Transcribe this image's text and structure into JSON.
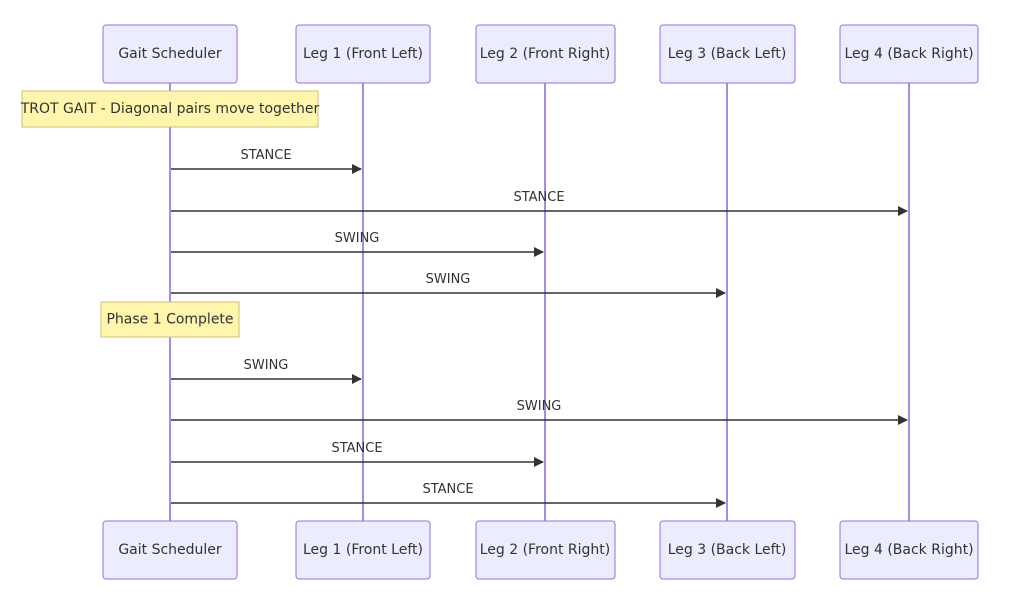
{
  "actors": [
    {
      "id": "gs",
      "label": "Gait Scheduler"
    },
    {
      "id": "l1",
      "label": "Leg 1 (Front Left)"
    },
    {
      "id": "l2",
      "label": "Leg 2 (Front Right)"
    },
    {
      "id": "l3",
      "label": "Leg 3 (Back Left)"
    },
    {
      "id": "l4",
      "label": "Leg 4 (Back Right)"
    }
  ],
  "notes": [
    {
      "text": "TROT GAIT - Diagonal pairs move together",
      "over": "gs"
    },
    {
      "text": "Phase 1 Complete",
      "over": "gs"
    }
  ],
  "messages": [
    {
      "from": "gs",
      "to": "l1",
      "label": "STANCE"
    },
    {
      "from": "gs",
      "to": "l4",
      "label": "STANCE"
    },
    {
      "from": "gs",
      "to": "l2",
      "label": "SWING"
    },
    {
      "from": "gs",
      "to": "l3",
      "label": "SWING"
    },
    {
      "from": "gs",
      "to": "l1",
      "label": "SWING"
    },
    {
      "from": "gs",
      "to": "l4",
      "label": "SWING"
    },
    {
      "from": "gs",
      "to": "l2",
      "label": "STANCE"
    },
    {
      "from": "gs",
      "to": "l3",
      "label": "STANCE"
    }
  ],
  "colors": {
    "actor_fill": "#ECECFF",
    "actor_border": "#9370DB",
    "lifeline": "#9370DB",
    "note_fill": "#FFF5AD",
    "note_border": "#C9C27A",
    "arrow": "#333333",
    "text": "#333333"
  }
}
